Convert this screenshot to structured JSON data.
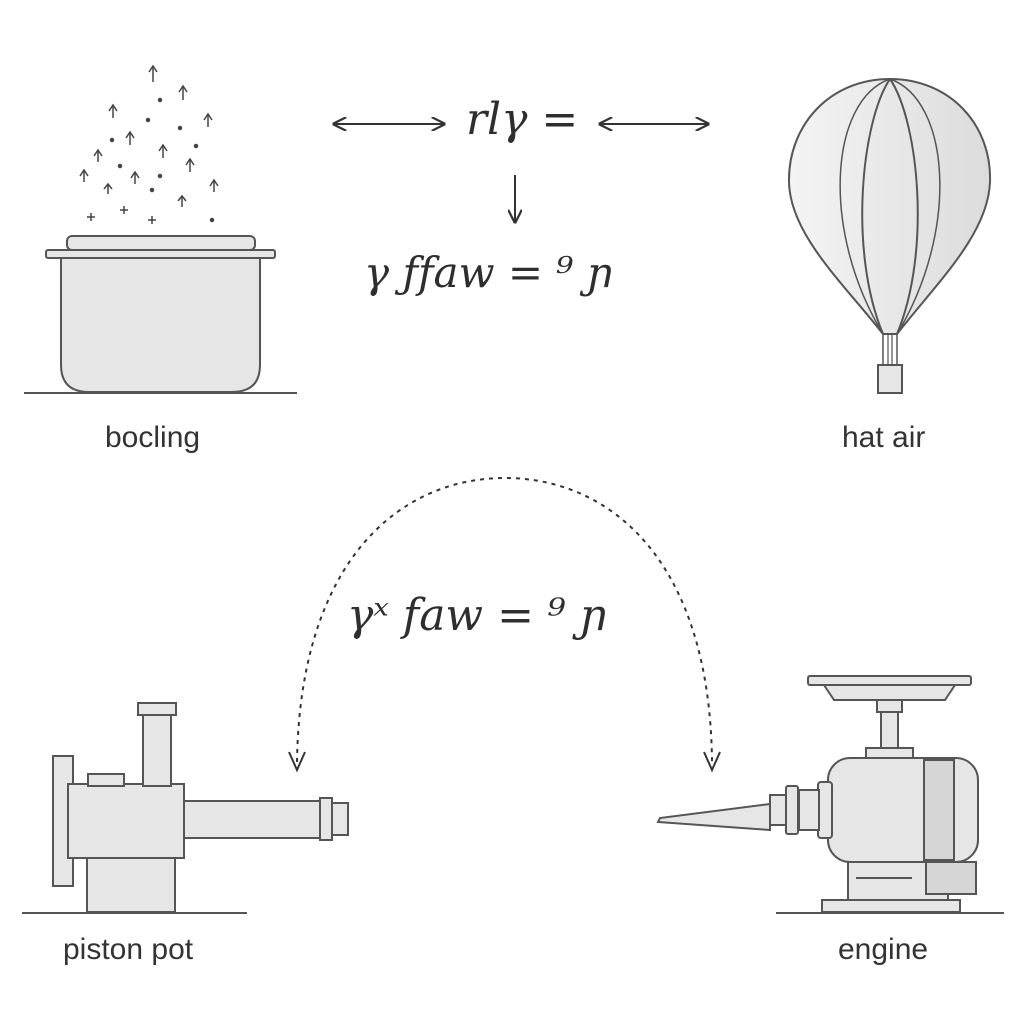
{
  "labels": {
    "boiling": "bocling",
    "hot_air": "hat air",
    "piston_pot": "piston pot",
    "engine": "engine"
  },
  "formulas": {
    "top": "rlγ =",
    "middle": "γ ƒfaw = ⁹ ɲ",
    "bottom": "γˣ faw = ⁹ ɲ"
  },
  "colors": {
    "stroke": "#555555",
    "fill": "#e6e6e6",
    "text": "#333333"
  },
  "icons": [
    "pot-icon",
    "steam-arrows-icon",
    "hot-air-balloon-icon",
    "piston-pump-icon",
    "engine-icon"
  ]
}
